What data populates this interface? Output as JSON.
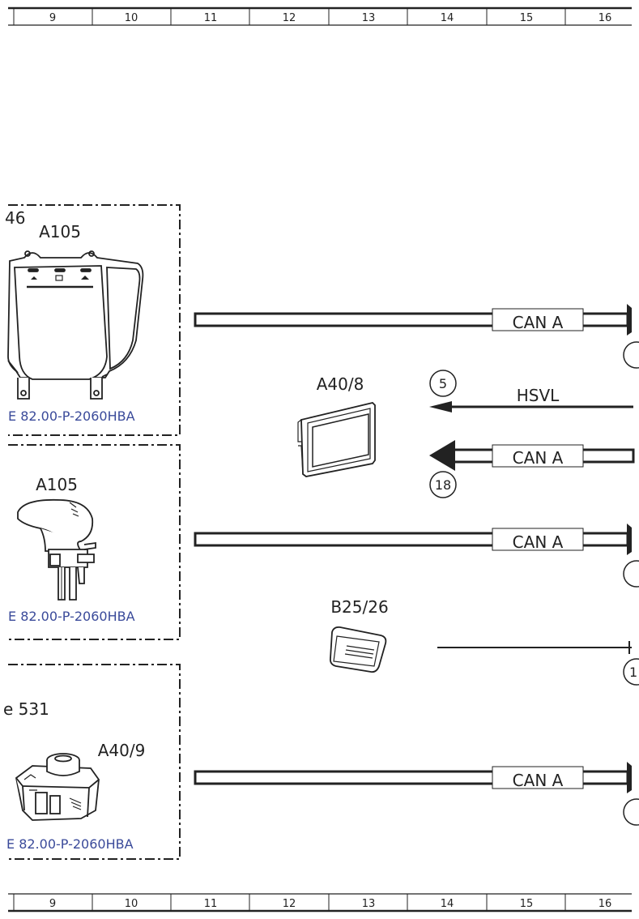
{
  "ruler": {
    "top": [
      "9",
      "10",
      "11",
      "12",
      "13",
      "14",
      "15",
      "16"
    ],
    "bottom": [
      "9",
      "10",
      "11",
      "12",
      "13",
      "14",
      "15",
      "16"
    ]
  },
  "colors": {
    "line": "#222222",
    "link": "#3a4a9a"
  },
  "panels": [
    {
      "top_label": "46",
      "component": "A105",
      "doc_link": "E 82.00-P-2060HBA",
      "icon": "overhead-control-panel-icon"
    },
    {
      "component": "A105",
      "doc_link": "E 82.00-P-2060HBA",
      "icon": "gear-selector-lever-icon"
    },
    {
      "top_label": "e 531",
      "component": "A40/9",
      "doc_link": "E 82.00-P-2060HBA",
      "icon": "control-unit-icon"
    }
  ],
  "center": {
    "display": {
      "label": "A40/8",
      "icon": "display-screen-icon"
    },
    "sensor": {
      "label": "B25/26",
      "icon": "sensor-icon"
    },
    "hsvl": {
      "label": "HSVL",
      "circle": "5"
    },
    "can_circle_18": "18"
  },
  "buses": {
    "can_label": "CAN A"
  },
  "right_circles": [
    "",
    "",
    "1",
    ""
  ]
}
